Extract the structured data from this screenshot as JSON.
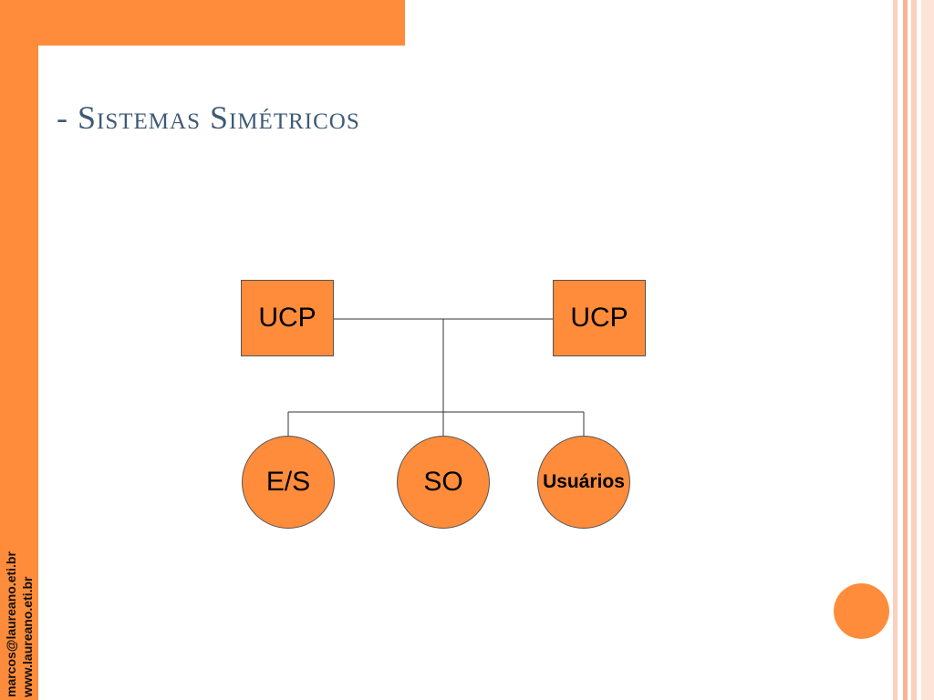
{
  "slide": {
    "title": "- Sistemas Simétricos"
  },
  "footer": {
    "email": "marcos@laureano.eti.br",
    "website": "www.laureano.eti.br"
  },
  "diagram": {
    "cpus": [
      "UCP",
      "UCP"
    ],
    "nodes": [
      "E/S",
      "SO",
      "Usuários"
    ]
  },
  "colors": {
    "accent": "#ff8c3b",
    "title": "#3e5a76"
  }
}
